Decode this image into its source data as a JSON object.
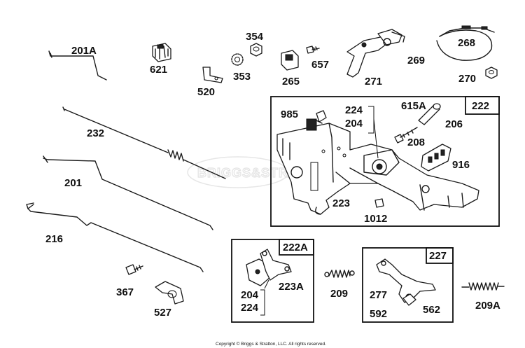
{
  "parts": [
    {
      "id": "p201A",
      "label": "201A"
    },
    {
      "id": "p621",
      "label": "621"
    },
    {
      "id": "p520",
      "label": "520"
    },
    {
      "id": "p354",
      "label": "354"
    },
    {
      "id": "p353",
      "label": "353"
    },
    {
      "id": "p265",
      "label": "265"
    },
    {
      "id": "p657",
      "label": "657"
    },
    {
      "id": "p271",
      "label": "271"
    },
    {
      "id": "p269",
      "label": "269"
    },
    {
      "id": "p268",
      "label": "268"
    },
    {
      "id": "p270",
      "label": "270"
    },
    {
      "id": "p232",
      "label": "232"
    },
    {
      "id": "p201",
      "label": "201"
    },
    {
      "id": "p216",
      "label": "216"
    },
    {
      "id": "p367",
      "label": "367"
    },
    {
      "id": "p527",
      "label": "527"
    },
    {
      "id": "p209",
      "label": "209"
    },
    {
      "id": "p209A",
      "label": "209A"
    }
  ],
  "box222": {
    "title": "222",
    "labels": {
      "p985": "985",
      "p224": "224",
      "p204": "204",
      "p615A": "615A",
      "p206": "206",
      "p208": "208",
      "p916": "916",
      "p223": "223",
      "p1012": "1012"
    }
  },
  "box222A": {
    "title": "222A",
    "labels": {
      "p204": "204",
      "p224": "224",
      "p223A": "223A"
    }
  },
  "box227": {
    "title": "227",
    "labels": {
      "p277": "277",
      "p592": "592",
      "p562": "562"
    }
  },
  "watermark": "BRIGGS&STRATTON",
  "copyright": "Copyright © Briggs & Stratton, LLC. All rights reserved."
}
